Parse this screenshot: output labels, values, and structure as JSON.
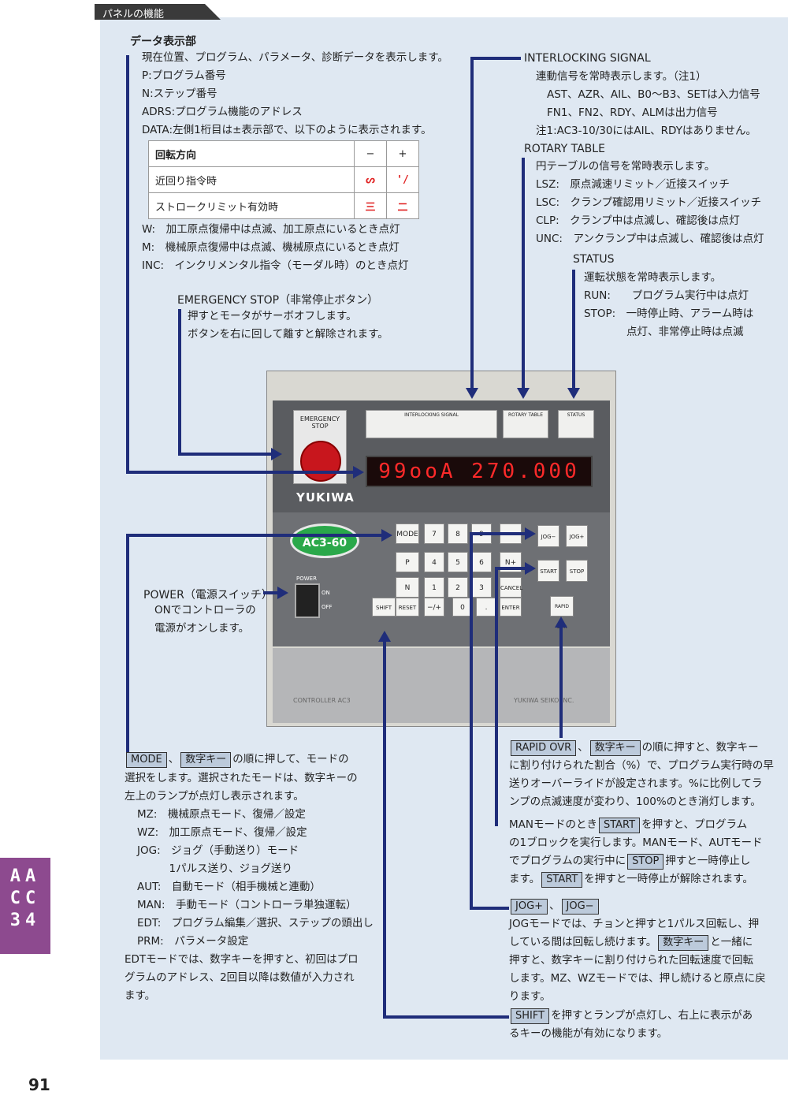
{
  "header": {
    "tab": "パネルの機能"
  },
  "side_tab": {
    "lines": [
      "AA",
      "CC",
      "34"
    ]
  },
  "page_number": "91",
  "data_display": {
    "title": "データ表示部",
    "lines": [
      "現在位置、プログラム、パラメータ、診断データを表示します。",
      "P:プログラム番号",
      "N:ステップ番号",
      "ADRS:プログラム機能のアドレス",
      "DATA:左側1桁目は±表示部で、以下のように表示されます。"
    ],
    "table": {
      "header": [
        "回転方向",
        "−",
        "+"
      ],
      "rows": [
        {
          "label": "近回り指令時",
          "minus": "ᔕ",
          "plus": "'/"
        },
        {
          "label": "ストロークリミット有効時",
          "minus": "三",
          "plus": "二"
        }
      ]
    },
    "after": [
      "W:　加工原点復帰中は点滅、加工原点にいるとき点灯",
      "M:　機械原点復帰中は点滅、機械原点にいるとき点灯",
      "INC:　インクリメンタル指令（モーダル時）のとき点灯"
    ]
  },
  "emergency": {
    "title": "EMERGENCY STOP（非常停止ボタン）",
    "lines": [
      "押すとモータがサーボオフします。",
      "ボタンを右に回して離すと解除されます。"
    ]
  },
  "interlocking": {
    "title": "INTERLOCKING SIGNAL",
    "lines": [
      "連動信号を常時表示します。（注1）",
      "AST、AZR、AIL、B0〜B3、SETは入力信号",
      "FN1、FN2、RDY、ALMは出力信号",
      "注1:AC3-10/30にはAIL、RDYはありません。"
    ]
  },
  "rotary": {
    "title": "ROTARY TABLE",
    "lines": [
      "円テーブルの信号を常時表示します。",
      "LSZ:　原点減速リミット／近接スイッチ",
      "LSC:　クランプ確認用リミット／近接スイッチ",
      "CLP:　クランプ中は点滅し、確認後は点灯",
      "UNC:　アンクランプ中は点滅し、確認後は点灯"
    ]
  },
  "status": {
    "title": "STATUS",
    "lines": [
      "運転状態を常時表示します。",
      "RUN:　　プログラム実行中は点灯",
      "STOP:　一時停止時、アラーム時は",
      "　　　　点灯、非常停止時は点滅"
    ]
  },
  "power": {
    "title": "POWER（電源スイッチ）",
    "lines": [
      "ONでコントローラの",
      "電源がオンします。"
    ]
  },
  "controller": {
    "estop_label": "EMERGENCY STOP",
    "display": "99ooA 270.000",
    "brand": "YUKIWA",
    "logo": "AC3-60",
    "caption_left": "CONTROLLER  AC3",
    "caption_right": "YUKIWA SEIKO INC.",
    "keys": [
      "MODE",
      "7",
      "8",
      "9",
      "−",
      "JOG−",
      "JOG+",
      "P",
      "4",
      "5",
      "6",
      "N+",
      "START",
      "STOP",
      "N",
      "1",
      "2",
      "3",
      "CANCEL",
      "SHIFT",
      "RESET",
      "−/+",
      "0",
      ".",
      "ENTER",
      "RAPID OVR"
    ],
    "interlock_label": "INTERLOCKING SIGNAL",
    "rotary_label": "ROTARY TABLE",
    "status_label": "STATUS",
    "power_label": "POWER",
    "on": "ON",
    "off": "OFF"
  },
  "mode": {
    "key1": "MODE",
    "sep": "、",
    "key2": "数字キー",
    "tail": "の順に押して、モードの",
    "lines": [
      "選択をします。選択されたモードは、数字キーの",
      "左上のランプが点灯し表示されます。",
      "MZ:　機械原点モード、復帰／設定",
      "WZ:　加工原点モード、復帰／設定",
      "JOG:　ジョグ（手動送り）モード",
      "　　　1パルス送り、ジョグ送り",
      "AUT:　自動モード（相手機械と連動）",
      "MAN:　手動モード（コントローラ単独運転）",
      "EDT:　プログラム編集／選択、ステップの頭出し",
      "PRM:　パラメータ設定",
      "EDTモードでは、数字キーを押すと、初回はプロ",
      "グラムのアドレス、2回目以降は数値が入力され",
      "ます。"
    ]
  },
  "rapid": {
    "key1": "RAPID OVR",
    "sep": "、",
    "key2": "数字キー",
    "tail": "の順に押すと、数字キー",
    "lines": [
      "に割り付けられた割合（%）で、プログラム実行時の早",
      "送りオーバーライドが設定されます。%に比例してラ",
      "ンプの点滅速度が変わり、100%のとき消灯します。"
    ]
  },
  "man": {
    "l1a": "MANモードのとき",
    "k1": "START",
    "l1b": "を押すと、プログラム",
    "l2": "の1ブロックを実行します。MANモード、AUTモード",
    "l3a": "でプログラムの実行中に",
    "k2": "STOP",
    "l3b": "押すと一時停止し",
    "l4a": "ます。",
    "k3": "START",
    "l4b": "を押すと一時停止が解除されます。"
  },
  "jog": {
    "k1": "JOG+",
    "sep": "、",
    "k2": "JOG−",
    "l1": "JOGモードでは、チョンと押すと1パルス回転し、押",
    "l2a": "している間は回転し続けます。",
    "k3": "数字キー",
    "l2b": "と一緒に",
    "l3": "押すと、数字キーに割り付けられた回転速度で回転",
    "l4": "します。MZ、WZモードでは、押し続けると原点に戻",
    "l5": "ります。"
  },
  "shift": {
    "k1": "SHIFT",
    "l1": "を押すとランプが点灯し、右上に表示があ",
    "l2": "るキーの機能が有効になります。"
  }
}
